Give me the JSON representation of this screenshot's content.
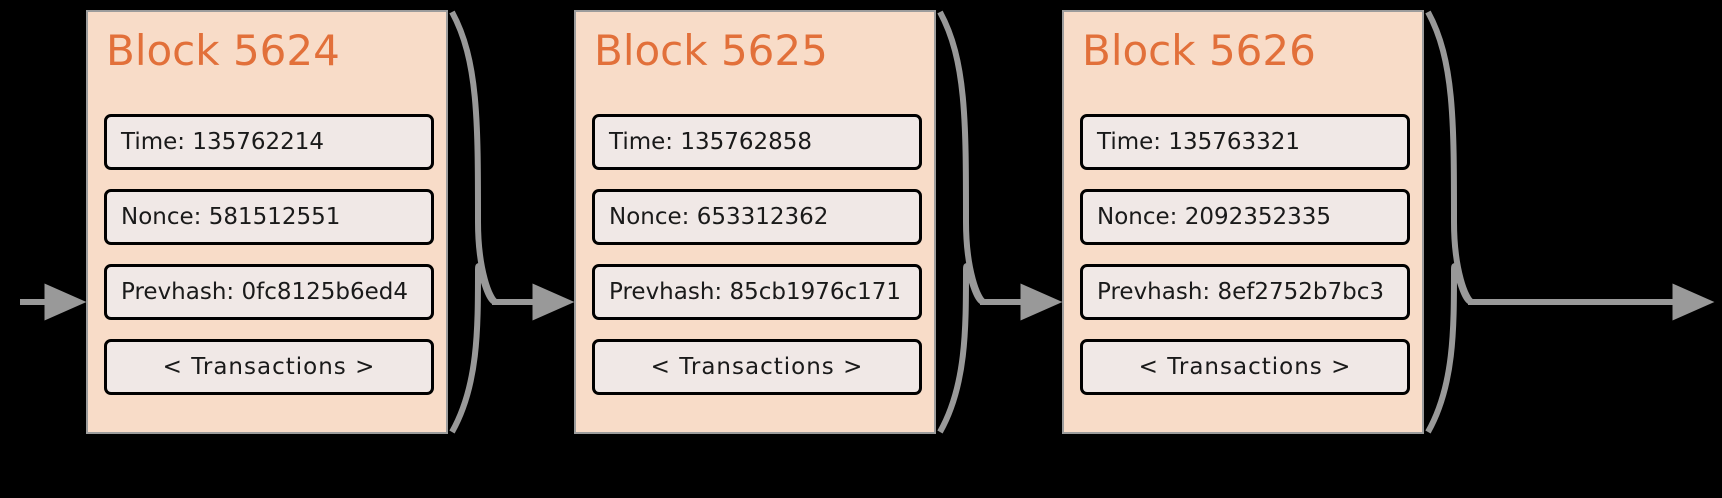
{
  "diagram": {
    "title": "Blockchain block chain diagram",
    "background_color": "#000000",
    "block_fill": "#f8dcc8",
    "block_border": "#9c9c9c",
    "title_color": "#e2703a",
    "field_fill": "#f0e8e6",
    "field_border": "#000000",
    "arrow_color": "#999999"
  },
  "blocks": [
    {
      "title": "Block 5624",
      "time": "Time: 135762214",
      "nonce": "Nonce: 581512551",
      "prevhash": "Prevhash: 0fc8125b6ed4",
      "transactions": "< Transactions >"
    },
    {
      "title": "Block 5625",
      "time": "Time: 135762858",
      "nonce": "Nonce: 653312362",
      "prevhash": "Prevhash: 85cb1976c171",
      "transactions": "< Transactions >"
    },
    {
      "title": "Block 5626",
      "time": "Time: 135763321",
      "nonce": "Nonce: 2092352335",
      "prevhash": "Prevhash: 8ef2752b7bc3",
      "transactions": "< Transactions >"
    }
  ],
  "connectors": [
    {
      "name": "inbound-arrow"
    },
    {
      "name": "arrow-5624-to-5625"
    },
    {
      "name": "arrow-5625-to-5626"
    },
    {
      "name": "outbound-arrow"
    }
  ]
}
